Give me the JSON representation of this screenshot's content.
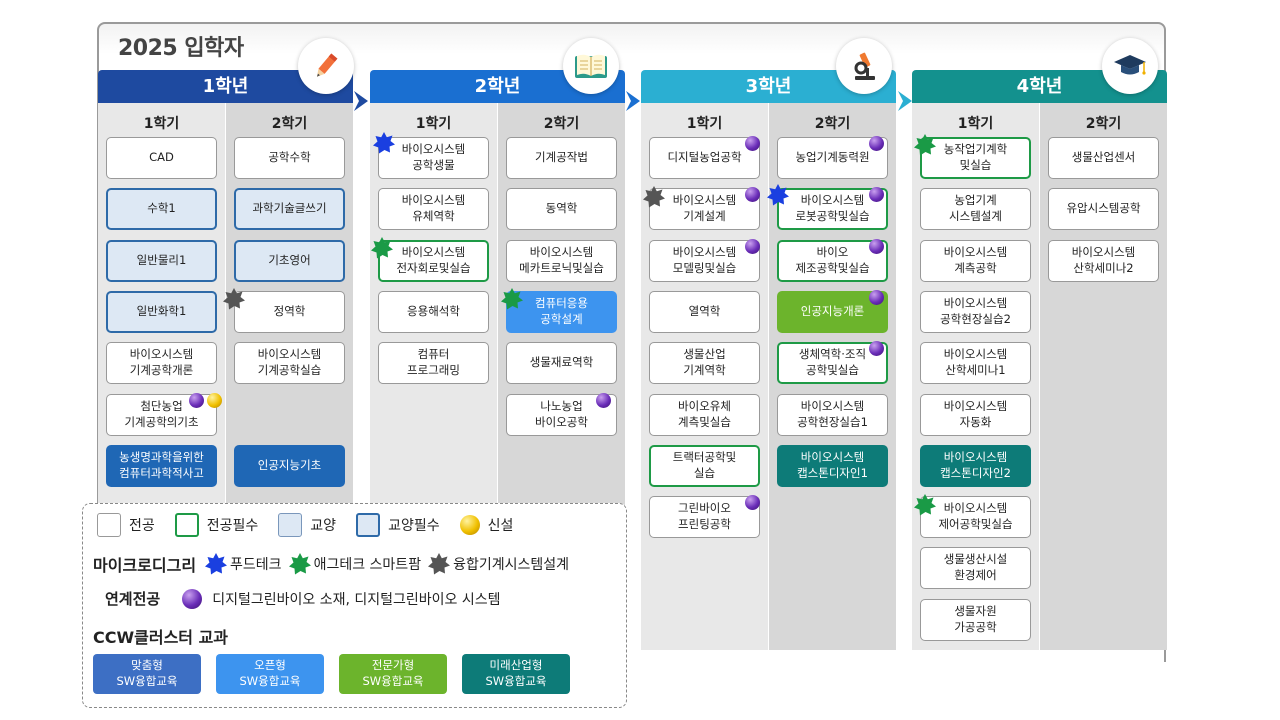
{
  "title": "2025 입학자",
  "colors": {
    "year1": "#1e4aa0",
    "year2": "#1a6fd1",
    "year3": "#2bafd2",
    "year4": "#13918e"
  },
  "years": [
    {
      "label": "1학년",
      "icon": "pencil-icon",
      "sem1": "1학기",
      "sem2": "2학기",
      "courses1": [
        "CAD",
        "수학1",
        "일반물리1",
        "일반화학1",
        "바이오시스템\n기계공학개론",
        "첨단농업\n기계공학의기초",
        "농생명과학을위한\n컴퓨터과학적사고"
      ],
      "courses2": [
        "공학수학",
        "과학기술글쓰기",
        "기초영어",
        "정역학",
        "바이오시스템\n기계공학실습",
        "인공지능기초"
      ]
    },
    {
      "label": "2학년",
      "icon": "book-icon",
      "sem1": "1학기",
      "sem2": "2학기",
      "courses1": [
        "바이오시스템\n공학생물",
        "바이오시스템\n유체역학",
        "바이오시스템\n전자회로및실습",
        "응용해석학",
        "컴퓨터\n프로그래밍"
      ],
      "courses2": [
        "기계공작법",
        "동역학",
        "바이오시스템\n메카트로닉및실습",
        "컴퓨터응용\n공학설계",
        "생물재료역학",
        "나노농업\n바이오공학"
      ]
    },
    {
      "label": "3학년",
      "icon": "microscope-icon",
      "sem1": "1학기",
      "sem2": "2학기",
      "courses1": [
        "디지털농업공학",
        "바이오시스템\n기계설계",
        "바이오시스템\n모델링및실습",
        "열역학",
        "생물산업\n기계역학",
        "바이오유체\n계측및실습",
        "트랙터공학및\n실습",
        "그린바이오\n프린팅공학"
      ],
      "courses2": [
        "농업기계동력원",
        "바이오시스템\n로봇공학및실습",
        "바이오\n제조공학및실습",
        "인공지능개론",
        "생체역학·조직\n공학및실습",
        "바이오시스템\n공학현장실습1",
        "바이오시스템\n캡스톤디자인1"
      ]
    },
    {
      "label": "4학년",
      "icon": "graduation-cap-icon",
      "sem1": "1학기",
      "sem2": "2학기",
      "courses1": [
        "농작업기계학\n및실습",
        "농업기계\n시스템설계",
        "바이오시스템\n계측공학",
        "바이오시스템\n공학현장실습2",
        "바이오시스템\n산학세미나1",
        "바이오시스템\n자동화",
        "바이오시스템\n캡스톤디자인2",
        "바이오시스템\n제어공학및실습",
        "생물생산시설\n환경제어",
        "생물자원\n가공공학"
      ],
      "courses2": [
        "생물산업센서",
        "유압시스템공학",
        "바이오시스템\n산학세미나2"
      ]
    }
  ],
  "legend": {
    "major": "전공",
    "major_required": "전공필수",
    "general": "교양",
    "general_required": "교양필수",
    "new": "신설",
    "micro_degree": "마이크로디그리",
    "food_tech": "푸드테크",
    "agtech": "애그테크 스마트팜",
    "convergence": "융합기계시스템설계",
    "linked_major": "연계전공",
    "linked_major_desc": "디지털그린바이오 소재, 디지털그린바이오 시스템",
    "ccw_title": "CCW클러스터 교과",
    "ccw": [
      "맞춤형\nSW융합교육",
      "오픈형\nSW융합교육",
      "전문가형\nSW융합교육",
      "미래산업형\nSW융합교육"
    ]
  }
}
